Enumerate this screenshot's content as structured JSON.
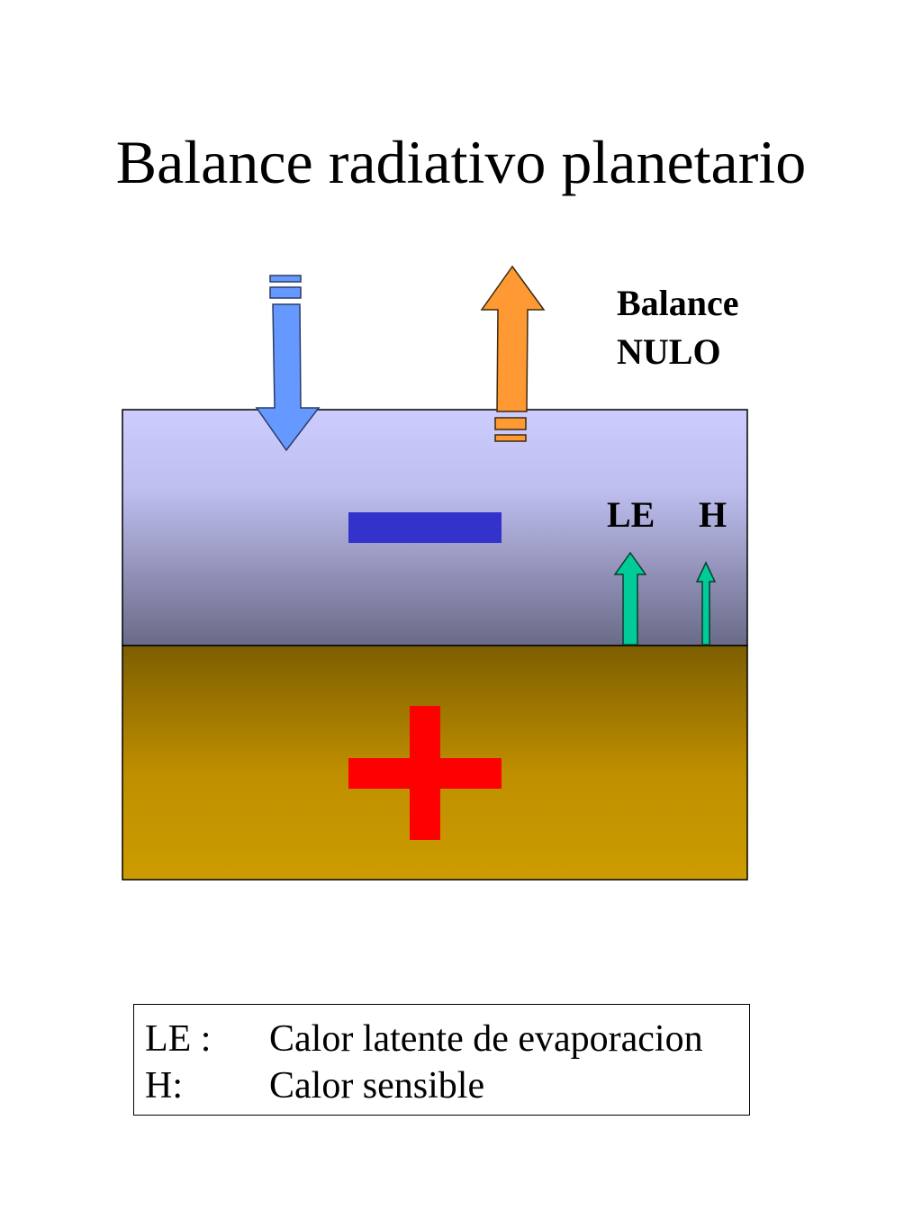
{
  "title": "Balance radiativo planetario",
  "balance_note": {
    "line1": "Balance",
    "line2": "NULO"
  },
  "flux_labels": {
    "latent": "LE",
    "sensible": "H"
  },
  "signs": {
    "atmosphere": "negative",
    "surface": "positive"
  },
  "legend": [
    {
      "key": "LE :",
      "description": "Calor latente de evaporacion"
    },
    {
      "key": "H:",
      "description": "Calor sensible"
    }
  ],
  "colors": {
    "incoming_arrow": "#6699ff",
    "outgoing_arrow": "#ff9933",
    "flux_arrows": "#00cc99",
    "atmosphere_top": "#ccccff",
    "atmosphere_bottom": "#6a6a88",
    "surface_top": "#806000",
    "surface_bottom": "#cc9900",
    "minus_sign": "#3333cc",
    "plus_sign": "#ff0000"
  }
}
